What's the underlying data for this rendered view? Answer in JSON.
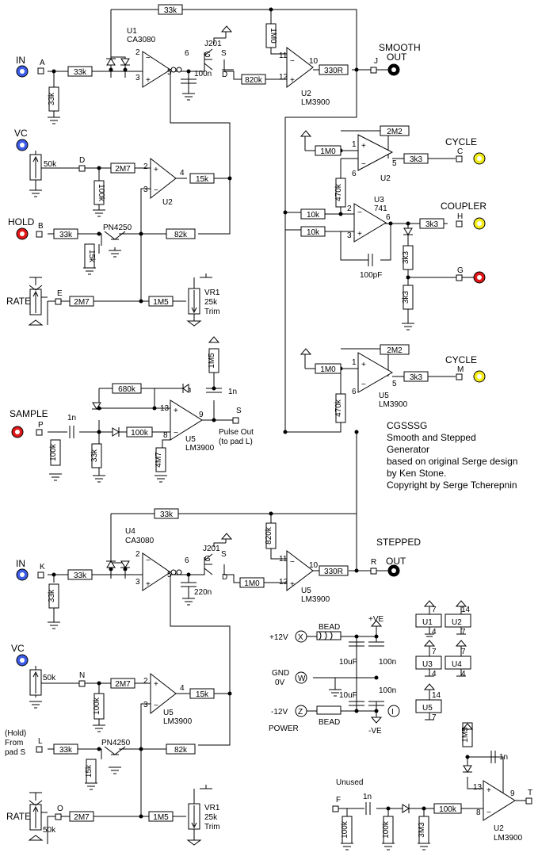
{
  "texts": {
    "u1": "U1",
    "u1t": "CA3080",
    "j201a": "J201",
    "u2a": "U2",
    "u2at": "LM3900",
    "smooth_out": "SMOOTH",
    "smooth_out2": "OUT",
    "in_a": "IN",
    "pin_a": "A",
    "vc_a": "VC",
    "pot_a": "50k",
    "pin_d": "D",
    "hold": "HOLD",
    "pin_b": "B",
    "pn_a": "PN4250",
    "rate_a": "RATE",
    "pin_e": "E",
    "vr1a": "VR1",
    "vr1a2": "25k",
    "vr1a3": "Trim",
    "cycle_a": "CYCLE",
    "pin_c": "C",
    "u3": "U3",
    "u3t": "741",
    "coupler": "COUPLER",
    "pin_h": "H",
    "pin_g": "G",
    "cap100p": "100pF",
    "cycle_b": "CYCLE",
    "pin_m": "M",
    "sample": "SAMPLE",
    "pin_p": "P",
    "pin_s": "S",
    "pulse": "Pulse Out",
    "pulse2": "(to pad L)",
    "u5a": "U5",
    "u5at": "LM3900",
    "info1": "CGSSSG",
    "info2": "Smooth and Stepped",
    "info3": "Generator",
    "info4": "based on  original Serge design",
    "info5": "by Ken Stone.",
    "info6": "Copyright by Serge Tcherepnin",
    "u4": "U4",
    "u4t": "CA3080",
    "j201b": "J201",
    "stepped": "STEPPED",
    "in_k": "IN",
    "pin_k": "K",
    "pin_r": "R",
    "out_r": "OUT",
    "u5b": "U5",
    "u5bt": "LM3900",
    "vc_n": "VC",
    "pot_n": "50k",
    "pin_n": "N",
    "hold_l": "(Hold)",
    "hold_l2": "From",
    "hold_l3": "pad S",
    "pin_l": "L",
    "pn_b": "PN4250",
    "rate_o": "RATE",
    "pin_o": "O",
    "pot_o": "50k",
    "vr1b": "VR1",
    "vr1b2": "25k",
    "vr1b3": "Trim",
    "p12": "+12V",
    "px": "X",
    "bead1": "BEAD",
    "pve": "+VE",
    "gnd": "GND",
    "gnd2": "0V",
    "pw": "W",
    "m12": "-12V",
    "pz": "Z",
    "bead2": "BEAD",
    "power": "POWER",
    "mve": "-VE",
    "pi": "I",
    "c10a": "10uF",
    "c100a": "100n",
    "c10b": "10uF",
    "c100b": "100n",
    "unused": "Unused",
    "pin_f": "F",
    "pin_t": "T",
    "u2b": "U2",
    "u2bt": "LM3900"
  },
  "parts": {
    "r33k_1": "33k",
    "r33k_2": "33k",
    "r33k_3": "33k",
    "r1m0_1": "1M0",
    "c100n": "100n",
    "r820k_1": "820k",
    "r330r_1": "330R",
    "pin_j": "J",
    "r100k_d": "100k",
    "r2m7_1": "2M7",
    "r15k_1": "15k",
    "r15k_b": "15k",
    "r33k_b": "33k",
    "r82k_1": "82k",
    "r2m7_e": "2M7",
    "r1m5_1": "1M5",
    "r2m2_1": "2M2",
    "r1m0_c": "1M0",
    "r3k3_c": "3k3",
    "r470k_1": "470k",
    "r10k_1": "10k",
    "r10k_2": "10k",
    "r3k3_h": "3k3",
    "r3k3_v1": "3k3",
    "r3k3_v2": "3k3",
    "r2m2_2": "2M2",
    "r1m0_m": "1M0",
    "r3k3_m": "3k3",
    "r470k_2": "470k",
    "r1m5_s": "1M5",
    "c1n_s": "1n",
    "r680k": "680k",
    "c1n_p": "1n",
    "r100k_p": "100k",
    "r33k_p": "33k",
    "r100k_s": "100k",
    "r4m7": "4M7",
    "r33k_t": "33k",
    "r820k_2": "820k",
    "r33k_k1": "33k",
    "r33k_k2": "33k",
    "c220n": "220n",
    "r1m0_s2": "1M0",
    "r330r_2": "330R",
    "r100k_n": "100k",
    "r2m7_n": "2M7",
    "r15k_n": "15k",
    "r33k_l": "33k",
    "r15k_l": "15k",
    "r82k_l": "82k",
    "r2m7_o": "2M7",
    "r1m5_o": "1M5",
    "r1m5_t": "1M5",
    "c1n_t": "1n",
    "c1n_f": "1n",
    "r100k_f1": "100k",
    "r100k_f2": "100k",
    "r3m3": "3M3",
    "r100k_t": "100k"
  },
  "pinout": {
    "u1": "U1",
    "u2": "U2",
    "u3": "U3",
    "u4": "U4",
    "u5": "U5",
    "n7a": "7",
    "n4a": "4",
    "n14a": "14",
    "n7b": "7",
    "n7c": "7",
    "n4c": "4",
    "n7d": "7",
    "n4d": "4",
    "n14e": "14",
    "n7e": "7"
  },
  "colors": {
    "in_jack": "#3d5de8",
    "hold_jack": "#e01818",
    "cycle_jack": "#f4ee18",
    "out_jack": "#000000",
    "ground": "#000000"
  }
}
